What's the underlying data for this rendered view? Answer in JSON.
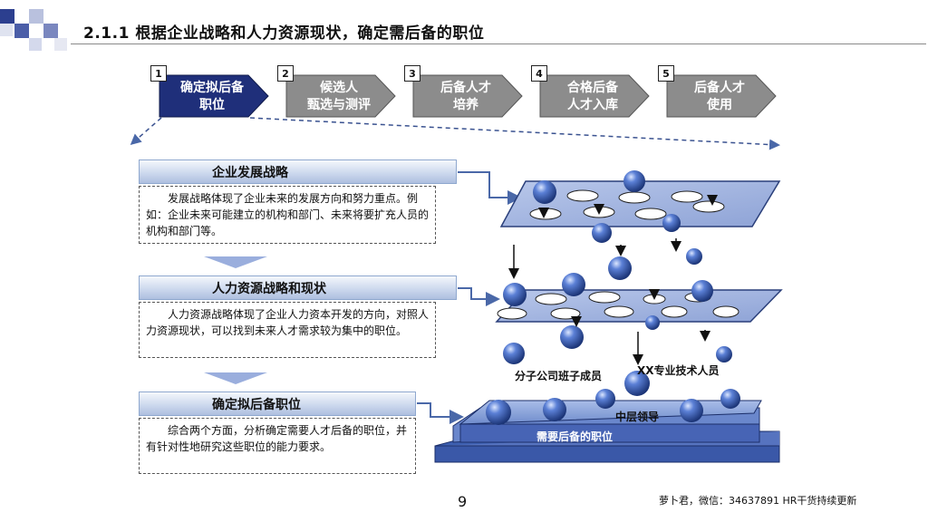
{
  "title": "2.1.1  根据企业战略和人力资源现状，确定需后备的职位",
  "steps": [
    {
      "num": "1",
      "label": "确定拟后备\n职位"
    },
    {
      "num": "2",
      "label": "候选人\n甄选与测评"
    },
    {
      "num": "3",
      "label": "后备人才\n培养"
    },
    {
      "num": "4",
      "label": "合格后备\n人才入库"
    },
    {
      "num": "5",
      "label": "后备人才\n使用"
    }
  ],
  "sections": [
    {
      "header": "企业发展战略",
      "body": "发展战略体现了企业未来的发展方向和努力重点。例如：企业未来可能建立的机构和部门、未来将要扩充人员的机构和部门等。"
    },
    {
      "header": "人力资源战略和现状",
      "body": "人力资源战略体现了企业人力资本开发的方向，对照人力资源现状，可以找到未来人才需求较为集中的职位。"
    },
    {
      "header": "确定拟后备职位",
      "body": "综合两个方面，分析确定需要人才后备的职位，并有针对性地研究这些职位的能力要求。"
    }
  ],
  "diagram": {
    "label_subsidiary": "分子公司班子成员",
    "label_specialist": "XX专业技术人员",
    "label_middle": "中层领导",
    "label_base": "需要后备的职位"
  },
  "page_number": "9",
  "footer": "萝卜君，微信：34637891  HR干货持续更新",
  "colors": {
    "active_step": "#1f2f7a",
    "inactive_step": "#8c8c8c",
    "plate": "#9aaedd",
    "ball": "#2a4fa8",
    "title_deco": "#2c3f8f"
  }
}
